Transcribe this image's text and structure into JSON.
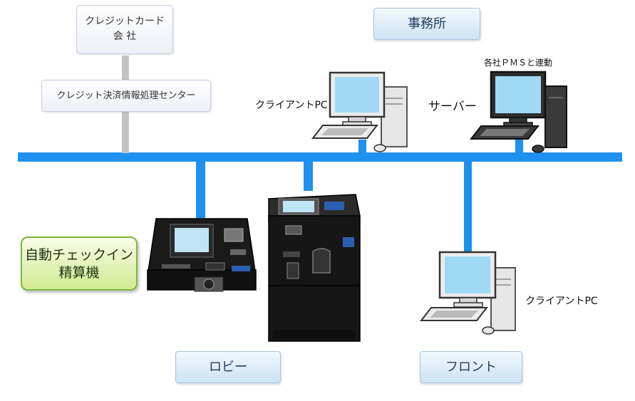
{
  "credit_company": {
    "line1": "クレジットカード",
    "line2": "会 社"
  },
  "credit_center": "クレジット決済情報処理センター",
  "office": "事務所",
  "pms_note": "各社ＰＭＳと連動",
  "client_pc_office": "クライアントPC",
  "server": "サーバー",
  "kiosk": {
    "line1": "自動チェックイン",
    "line2": "精算機"
  },
  "lobby": "ロビー",
  "front": "フロント",
  "client_pc_front": "クライアントPC",
  "colors": {
    "network": "#1e90f0",
    "connector": "#c4c4c4",
    "kiosk_box_border": "#7ab83a"
  }
}
